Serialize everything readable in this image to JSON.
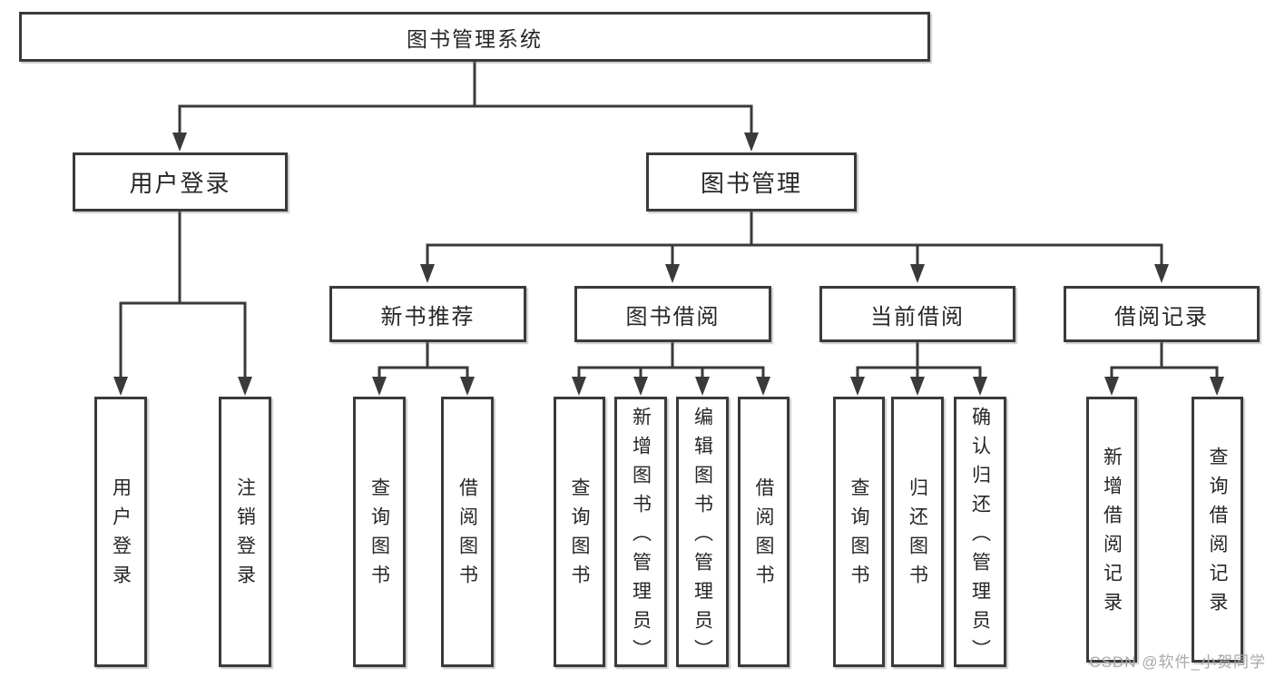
{
  "colors": {
    "line": "#3a3a3a",
    "box_border": "#3a3a3a",
    "text": "#262626",
    "watermark": "#a8a8a8",
    "background": "#ffffff"
  },
  "watermark": {
    "text": "CSDN @软件_小贺同学"
  },
  "tree": {
    "root": {
      "label": "图书管理系统"
    },
    "branches": [
      {
        "label": "用户登录",
        "children": [
          "用户登录",
          "注销登录"
        ]
      },
      {
        "label": "图书管理",
        "sections": [
          {
            "label": "新书推荐",
            "children": [
              "查询图书",
              "借阅图书"
            ]
          },
          {
            "label": "图书借阅",
            "children": [
              "查询图书",
              "新增图书（管理员）",
              "编辑图书（管理员）",
              "借阅图书"
            ]
          },
          {
            "label": "当前借阅",
            "children": [
              "查询图书",
              "归还图书",
              "确认归还（管理员）"
            ]
          },
          {
            "label": "借阅记录",
            "children": [
              "新增借阅记录",
              "查询借阅记录"
            ]
          }
        ]
      }
    ]
  }
}
